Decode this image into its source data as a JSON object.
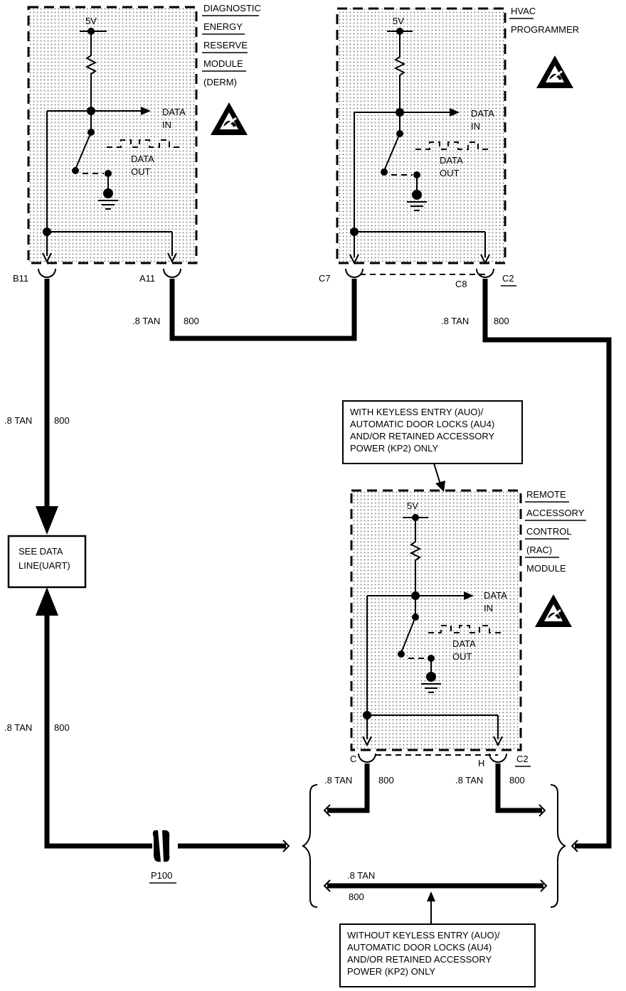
{
  "modules": {
    "derm": {
      "lines": [
        "DIAGNOSTIC",
        "ENERGY",
        "RESERVE",
        "MODULE",
        "(DERM)"
      ],
      "supply": "5V",
      "data_in": [
        "DATA",
        "IN"
      ],
      "data_out": [
        "DATA",
        "OUT"
      ]
    },
    "hvac": {
      "lines": [
        "HVAC",
        "PROGRAMMER"
      ],
      "supply": "5V",
      "data_in": [
        "DATA",
        "IN"
      ],
      "data_out": [
        "DATA",
        "OUT"
      ]
    },
    "rac": {
      "lines": [
        "REMOTE",
        "ACCESSORY",
        "CONTROL",
        "(RAC)",
        "MODULE"
      ],
      "supply": "5V",
      "data_in": [
        "DATA",
        "IN"
      ],
      "data_out": [
        "DATA",
        "OUT"
      ]
    }
  },
  "pins": {
    "b11": "B11",
    "a11": "A11",
    "c7": "C7",
    "c8": "C8",
    "c2_hvac": "C2",
    "c": "C",
    "h": "H",
    "c2_rac": "C2"
  },
  "wires": {
    "a11": {
      "size": ".8 TAN",
      "circuit": "800"
    },
    "c8": {
      "size": ".8 TAN",
      "circuit": "800"
    },
    "b11": {
      "size": ".8 TAN",
      "circuit": "800"
    },
    "p100": {
      "size": ".8 TAN",
      "circuit": "800"
    },
    "rac_c": {
      "size": ".8 TAN",
      "circuit": "800"
    },
    "rac_h": {
      "size": ".8 TAN",
      "circuit": "800"
    },
    "bypass": {
      "size": ".8 TAN",
      "circuit": "800"
    }
  },
  "connector": "P100",
  "see_data_line": [
    "SEE DATA",
    "LINE(UART)"
  ],
  "note_with": [
    "WITH KEYLESS ENTRY (AUO)/",
    "AUTOMATIC DOOR LOCKS (AU4)",
    "AND/OR RETAINED ACCESSORY",
    "POWER (KP2) ONLY"
  ],
  "note_without": [
    "WITHOUT KEYLESS ENTRY (AUO)/",
    "AUTOMATIC DOOR LOCKS (AU4)",
    "AND/OR RETAINED ACCESSORY",
    "POWER (KP2) ONLY"
  ]
}
